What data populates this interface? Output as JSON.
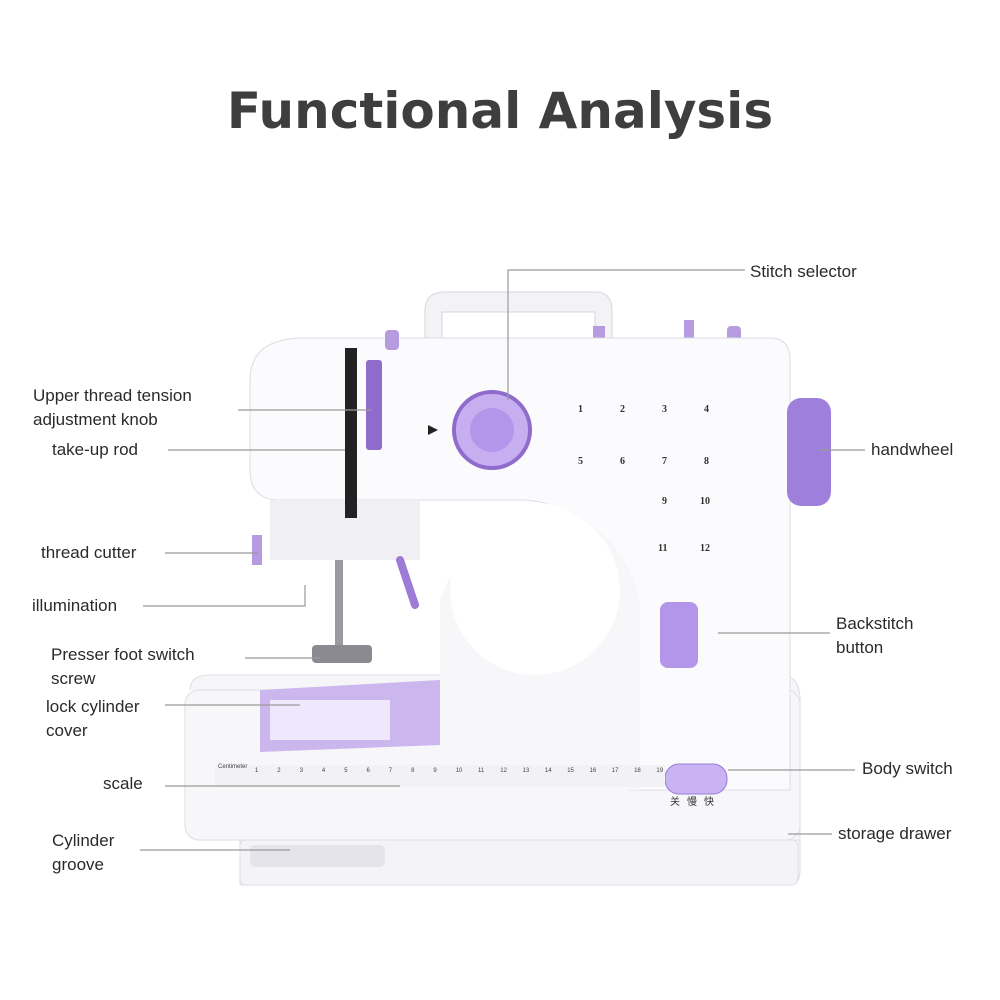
{
  "title": "Functional Analysis",
  "labels": {
    "stitch_selector": "Stitch selector",
    "tension_line1": "Upper thread tension",
    "tension_line2": "adjustment knob",
    "take_up_rod": "take-up rod",
    "thread_cutter": "thread cutter",
    "illumination": "illumination",
    "presser_line1": "Presser foot switch",
    "presser_line2": "screw",
    "lock_line1": "lock cylinder",
    "lock_line2": "cover",
    "scale": "scale",
    "groove_line1": "Cylinder",
    "groove_line2": "groove",
    "handwheel": "handwheel",
    "backstitch_line1": "Backstitch",
    "backstitch_line2": "button",
    "body_switch": "Body switch",
    "storage_drawer": "storage drawer"
  },
  "machine": {
    "stitch_numbers": [
      "1",
      "2",
      "3",
      "4",
      "5",
      "6",
      "7",
      "8",
      "9",
      "10",
      "11",
      "12"
    ],
    "scale_unit": "Centimeter",
    "scale_numbers": [
      "1",
      "2",
      "3",
      "4",
      "5",
      "6",
      "7",
      "8",
      "9",
      "10",
      "11",
      "12",
      "13",
      "14",
      "15",
      "16",
      "17",
      "18",
      "19"
    ],
    "switch_marks": [
      "关",
      "慢",
      "快"
    ],
    "colors": {
      "accent": "#a98bd6",
      "accent_dark": "#7d5cb8",
      "body": "#f7f7fa",
      "shadow": "#dcdce4"
    }
  }
}
